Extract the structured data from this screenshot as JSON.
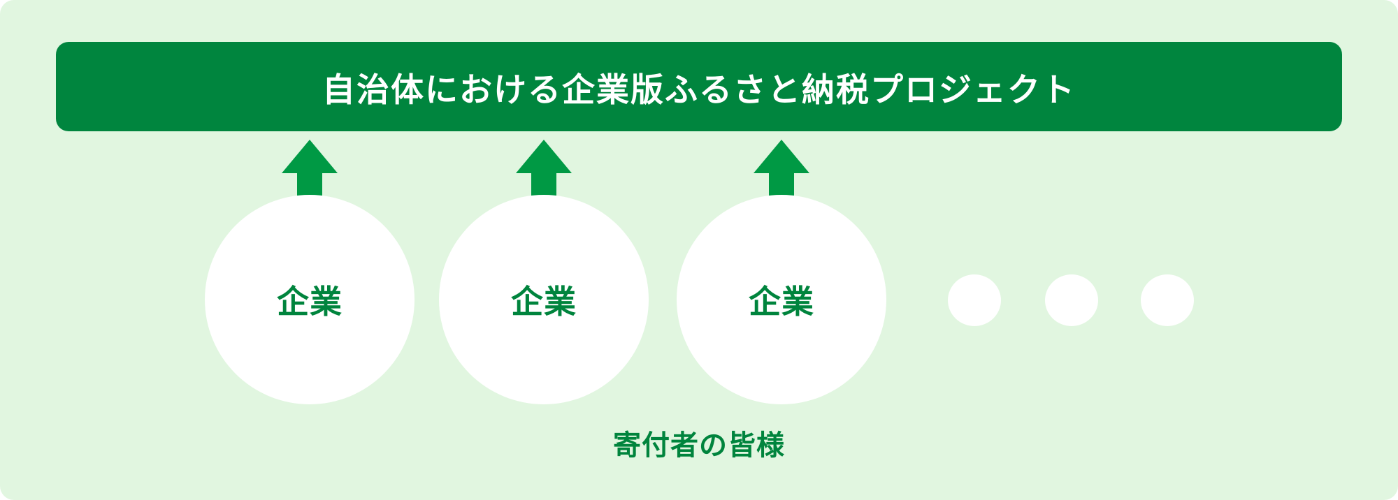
{
  "banner": {
    "title": "自治体における企業版ふるさと納税プロジェクト"
  },
  "donors": [
    {
      "label": "企業"
    },
    {
      "label": "企業"
    },
    {
      "label": "企業"
    }
  ],
  "ellipsis_dots": 3,
  "footer": {
    "label": "寄付者の皆様"
  },
  "colors": {
    "background": "#e1f6e0",
    "banner": "#00853e",
    "arrow": "#009944",
    "text_green": "#00843d",
    "circle": "#ffffff"
  }
}
